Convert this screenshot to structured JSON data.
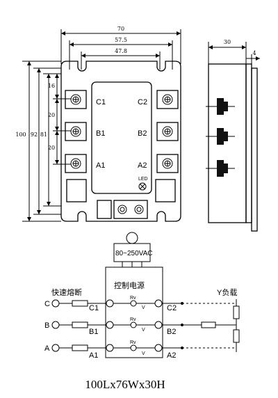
{
  "dimensions": {
    "width_total": "70",
    "width_mid": "57.5",
    "width_inner": "47.8",
    "side_depth": "30",
    "side_lip": "4",
    "height_total": "100",
    "height_92": "92",
    "height_81": "81",
    "pitch_top": "16",
    "pitch_1": "20",
    "pitch_2": "20"
  },
  "top_view": {
    "left_terminals": [
      "C1",
      "B1",
      "A1"
    ],
    "right_terminals": [
      "C2",
      "B2",
      "A2"
    ],
    "led_label": "LED"
  },
  "schematic": {
    "supply_label": "80~250VAC",
    "control_label": "控制电源",
    "fuse_label": "快速熔断",
    "load_label": "Y负载",
    "phases": [
      "C",
      "B",
      "A"
    ],
    "in_terminals": [
      "C1",
      "B1",
      "A1"
    ],
    "out_terminals": [
      "C2",
      "B2",
      "A2"
    ],
    "rv_label": "Rv",
    "v_label": "V"
  },
  "caption": "100Lx76Wx30H"
}
